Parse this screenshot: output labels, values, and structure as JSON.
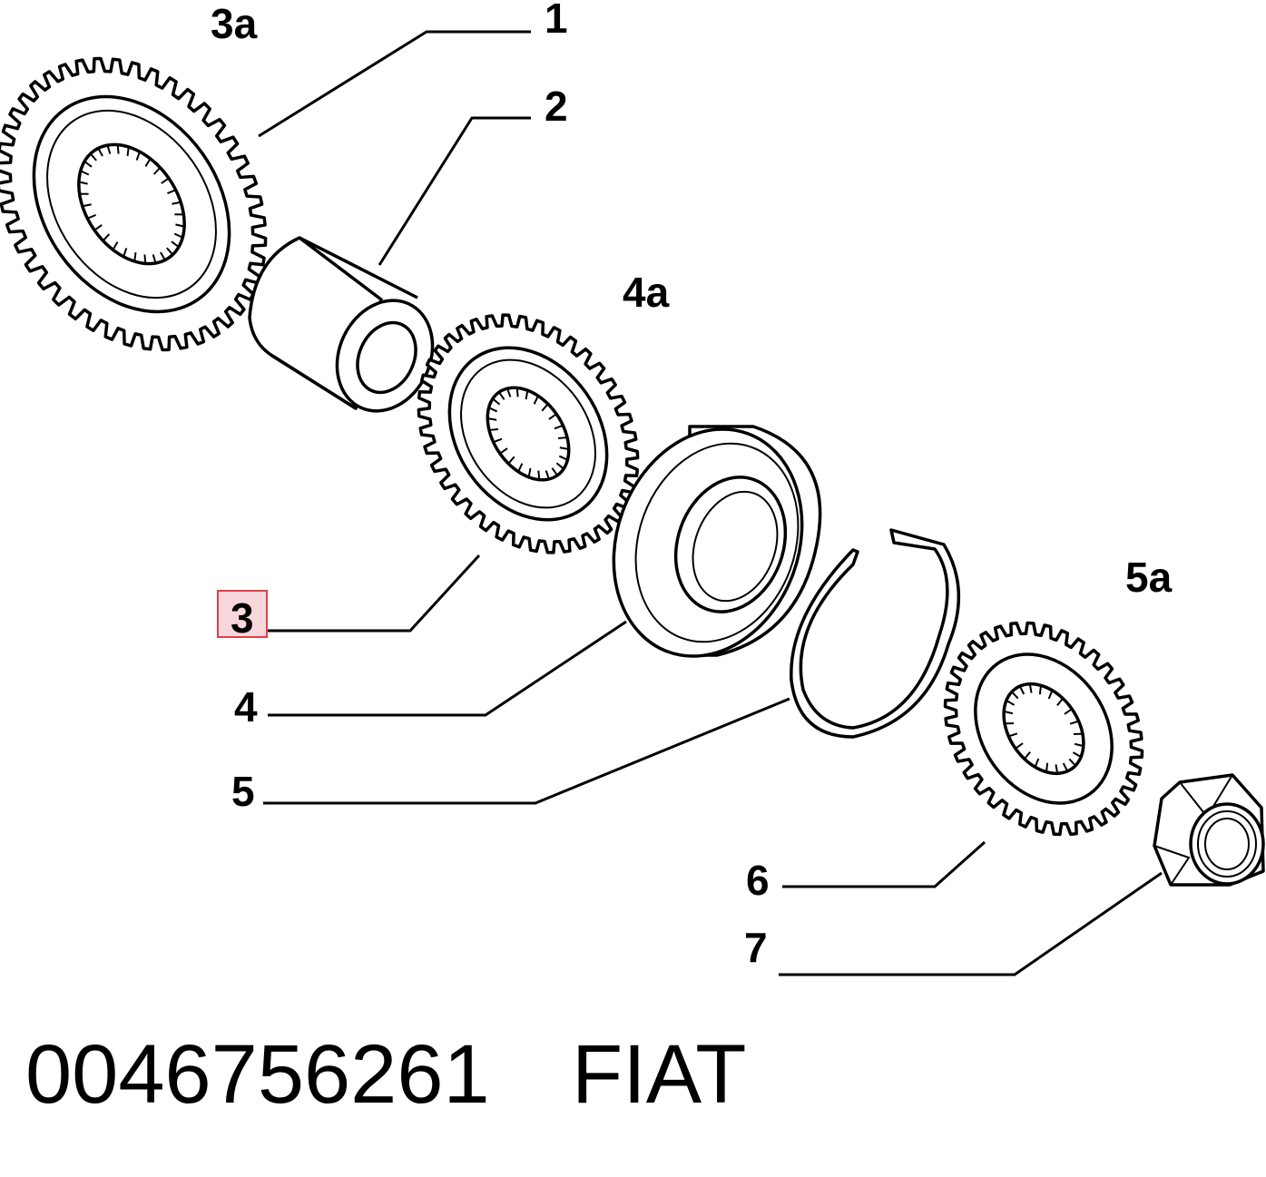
{
  "callouts": {
    "c1": "1",
    "c2": "2",
    "c3a": "3a",
    "c4a": "4a",
    "c3": "3",
    "c4": "4",
    "c5": "5",
    "c5a": "5a",
    "c6": "6",
    "c7": "7"
  },
  "highlight": {
    "fill": "#f8d7dc",
    "stroke": "#e0404a",
    "text_color": "#6a3a42"
  },
  "footer": {
    "part_number": "0046756261",
    "brand": "FIAT"
  }
}
